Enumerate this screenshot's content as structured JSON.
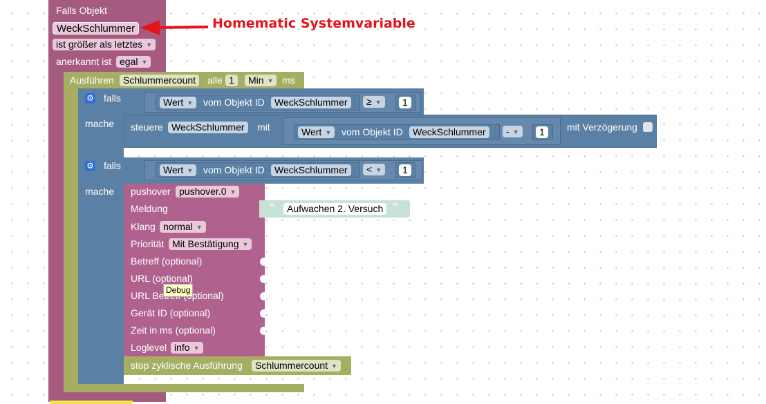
{
  "trigger_block": {
    "header": "Falls Objekt",
    "object_id": "WeckSchlummer",
    "condition": "ist größer als letztes",
    "ack_label": "anerkannt ist",
    "ack_value": "egal"
  },
  "annotation": {
    "text": "Homematic Systemvariable",
    "color": "#e5131b"
  },
  "interval_block": {
    "label": "Ausführen",
    "name": "Schlummercount",
    "every_label": "alle",
    "every_value": "1",
    "unit": "Min",
    "suffix": "ms"
  },
  "if_block_1": {
    "if_label": "falls",
    "do_label": "mache",
    "cond_property": "Wert",
    "cond_of_label": "vom Objekt ID",
    "cond_object": "WeckSchlummer",
    "operator": "≥",
    "cond_value": "1",
    "control_label": "steuere",
    "control_object": "WeckSchlummer",
    "with_label": "mit",
    "expr_property": "Wert",
    "expr_of_label": "vom Objekt ID",
    "expr_object": "WeckSchlummer",
    "expr_operator": "-",
    "expr_value": "1",
    "delay_label": "mit Verzögerung"
  },
  "if_block_2": {
    "if_label": "falls",
    "do_label": "mache",
    "cond_property": "Wert",
    "cond_of_label": "vom Objekt ID",
    "cond_object": "WeckSchlummer",
    "operator": "<",
    "cond_value": "1"
  },
  "pushover_block": {
    "label": "pushover",
    "instance": "pushover.0",
    "message_label": "Meldung",
    "message_text": "Aufwachen 2. Versuch",
    "sound_label": "Klang",
    "sound_value": "normal",
    "priority_label": "Priorität",
    "priority_value": "Mit Bestätigung",
    "subject_label": "Betreff (optional)",
    "url_label": "URL (optional)",
    "url_title_label": "URL Betreff (optional)",
    "device_label": "Gerät ID (optional)",
    "time_label": "Zeit in ms (optional)",
    "loglevel_label": "Loglevel",
    "loglevel_value": "info"
  },
  "tooltip": {
    "text": "Debug"
  },
  "stop_block": {
    "label": "stop zyklische Ausführung",
    "name": "Schlummercount"
  },
  "colors": {
    "event_block": "#a55b80",
    "interval_block": "#a5ae63",
    "logic_block": "#5b80a5",
    "pushover_block": "#b0628e",
    "text_block": "#c6e3d6"
  }
}
